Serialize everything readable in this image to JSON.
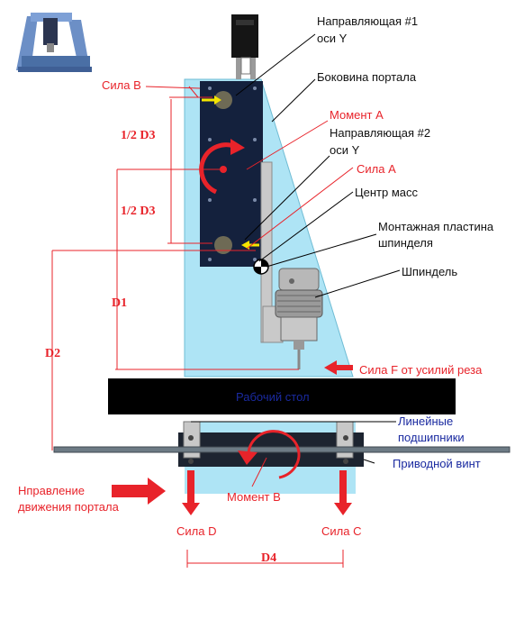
{
  "labels": {
    "guide1_line1": "Направляющая #1",
    "guide1_line2": "оси Y",
    "portal_side": "Боковина портала",
    "force_b": "Сила B",
    "moment_a": "Момент A",
    "guide2_line1": "Направляющая #2",
    "guide2_line2": "оси Y",
    "force_a": "Сила A",
    "center_mass": "Центр масс",
    "mount_line1": "Монтажная пластина",
    "mount_line2": "шпинделя",
    "spindle": "Шпиндель",
    "force_f": "Сила F от усилий реза",
    "work_table": "Рабочий стол",
    "bearings_line1": "Линейные",
    "bearings_line2": "подшипники",
    "drive_screw": "Приводной винт",
    "direction_line1": "Нправление",
    "direction_line2": "движения портала",
    "moment_b": "Момент B",
    "force_d": "Сила D",
    "force_c": "Сила C"
  },
  "dimensions": {
    "half_d3_top": "1/2 D3",
    "half_d3_bottom": "1/2 D3",
    "d1": "D1",
    "d2": "D2",
    "d4": "D4"
  },
  "colors": {
    "red": "#e8232a",
    "blue_label": "#1a2aa0",
    "plate": "#14213d",
    "portal_glass": "#aee4f5"
  }
}
